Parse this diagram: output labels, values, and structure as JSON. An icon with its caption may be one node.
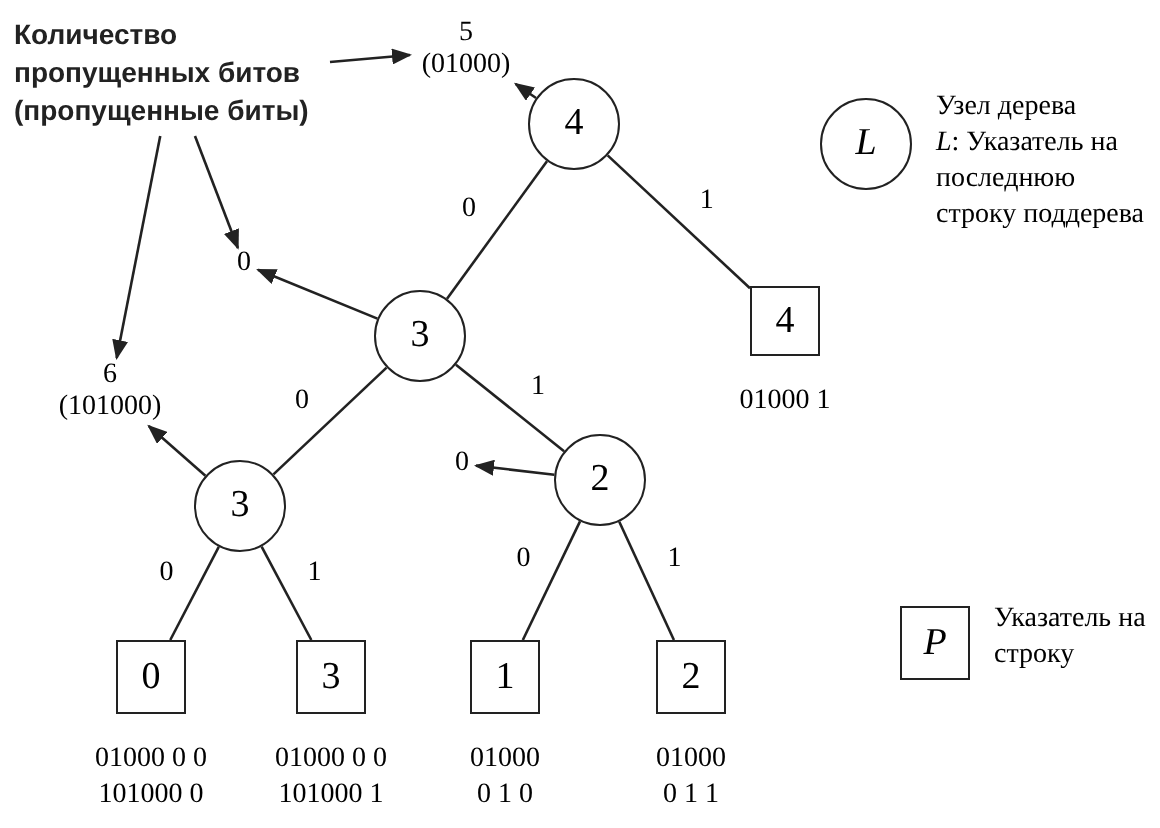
{
  "diagram": {
    "nodes": [
      {
        "text": [
          "Количество пропущенных битов (пропущенные биты)"
        ]
      },
      {
        "text": [
          "5",
          "(01000)"
        ]
      },
      {
        "text": [
          "4"
        ]
      },
      {
        "text": [
          "L"
        ],
        "beside": [
          "Узел дерева",
          "*L*: Указатель на последнюю строку поддерева"
        ]
      },
      {
        "text": [
          "0"
        ]
      },
      {
        "text": [
          "3"
        ]
      },
      {
        "text": [
          "4"
        ],
        "beside": [
          "01000 1"
        ]
      },
      {
        "text": [
          "6",
          "(101000)"
        ]
      },
      {
        "text": [
          "3"
        ]
      },
      {
        "text": [
          "0"
        ]
      },
      {
        "text": [
          "2"
        ]
      },
      {
        "text": [
          "0"
        ],
        "beside": [
          "01000 0 0",
          "101000 0"
        ]
      },
      {
        "text": [
          "3"
        ],
        "beside": [
          "01000 0 0",
          "101000 1"
        ]
      },
      {
        "text": [
          "1"
        ],
        "beside": [
          "01000",
          "0 1 0"
        ]
      },
      {
        "text": [
          "2"
        ],
        "beside": [
          "01000",
          "0 1 1"
        ]
      },
      {
        "text": [
          "P"
        ],
        "beside": [
          "Указатель на строку"
        ]
      }
    ],
    "edges": [
      {
        "from": 0,
        "to": 1,
        "arrow": "to"
      },
      {
        "from": 0,
        "to": 4,
        "arrow": "to"
      },
      {
        "from": 0,
        "to": 7,
        "arrow": "to"
      },
      {
        "from": 2,
        "to": 1,
        "arrow": "to"
      },
      {
        "from": 2,
        "to": 5,
        "arrow": "none",
        "label": "0"
      },
      {
        "from": 2,
        "to": 6,
        "arrow": "none",
        "label": "1"
      },
      {
        "from": 5,
        "to": 4,
        "arrow": "to"
      },
      {
        "from": 5,
        "to": 8,
        "arrow": "none",
        "label": "0"
      },
      {
        "from": 5,
        "to": 10,
        "arrow": "none",
        "label": "1"
      },
      {
        "from": 8,
        "to": 7,
        "arrow": "to"
      },
      {
        "from": 8,
        "to": 11,
        "arrow": "none",
        "label": "0"
      },
      {
        "from": 8,
        "to": 12,
        "arrow": "none",
        "label": "1"
      },
      {
        "from": 10,
        "to": 9,
        "arrow": "to"
      },
      {
        "from": 10,
        "to": 13,
        "arrow": "none",
        "label": "0"
      },
      {
        "from": 10,
        "to": 14,
        "arrow": "none",
        "label": "1"
      }
    ]
  }
}
